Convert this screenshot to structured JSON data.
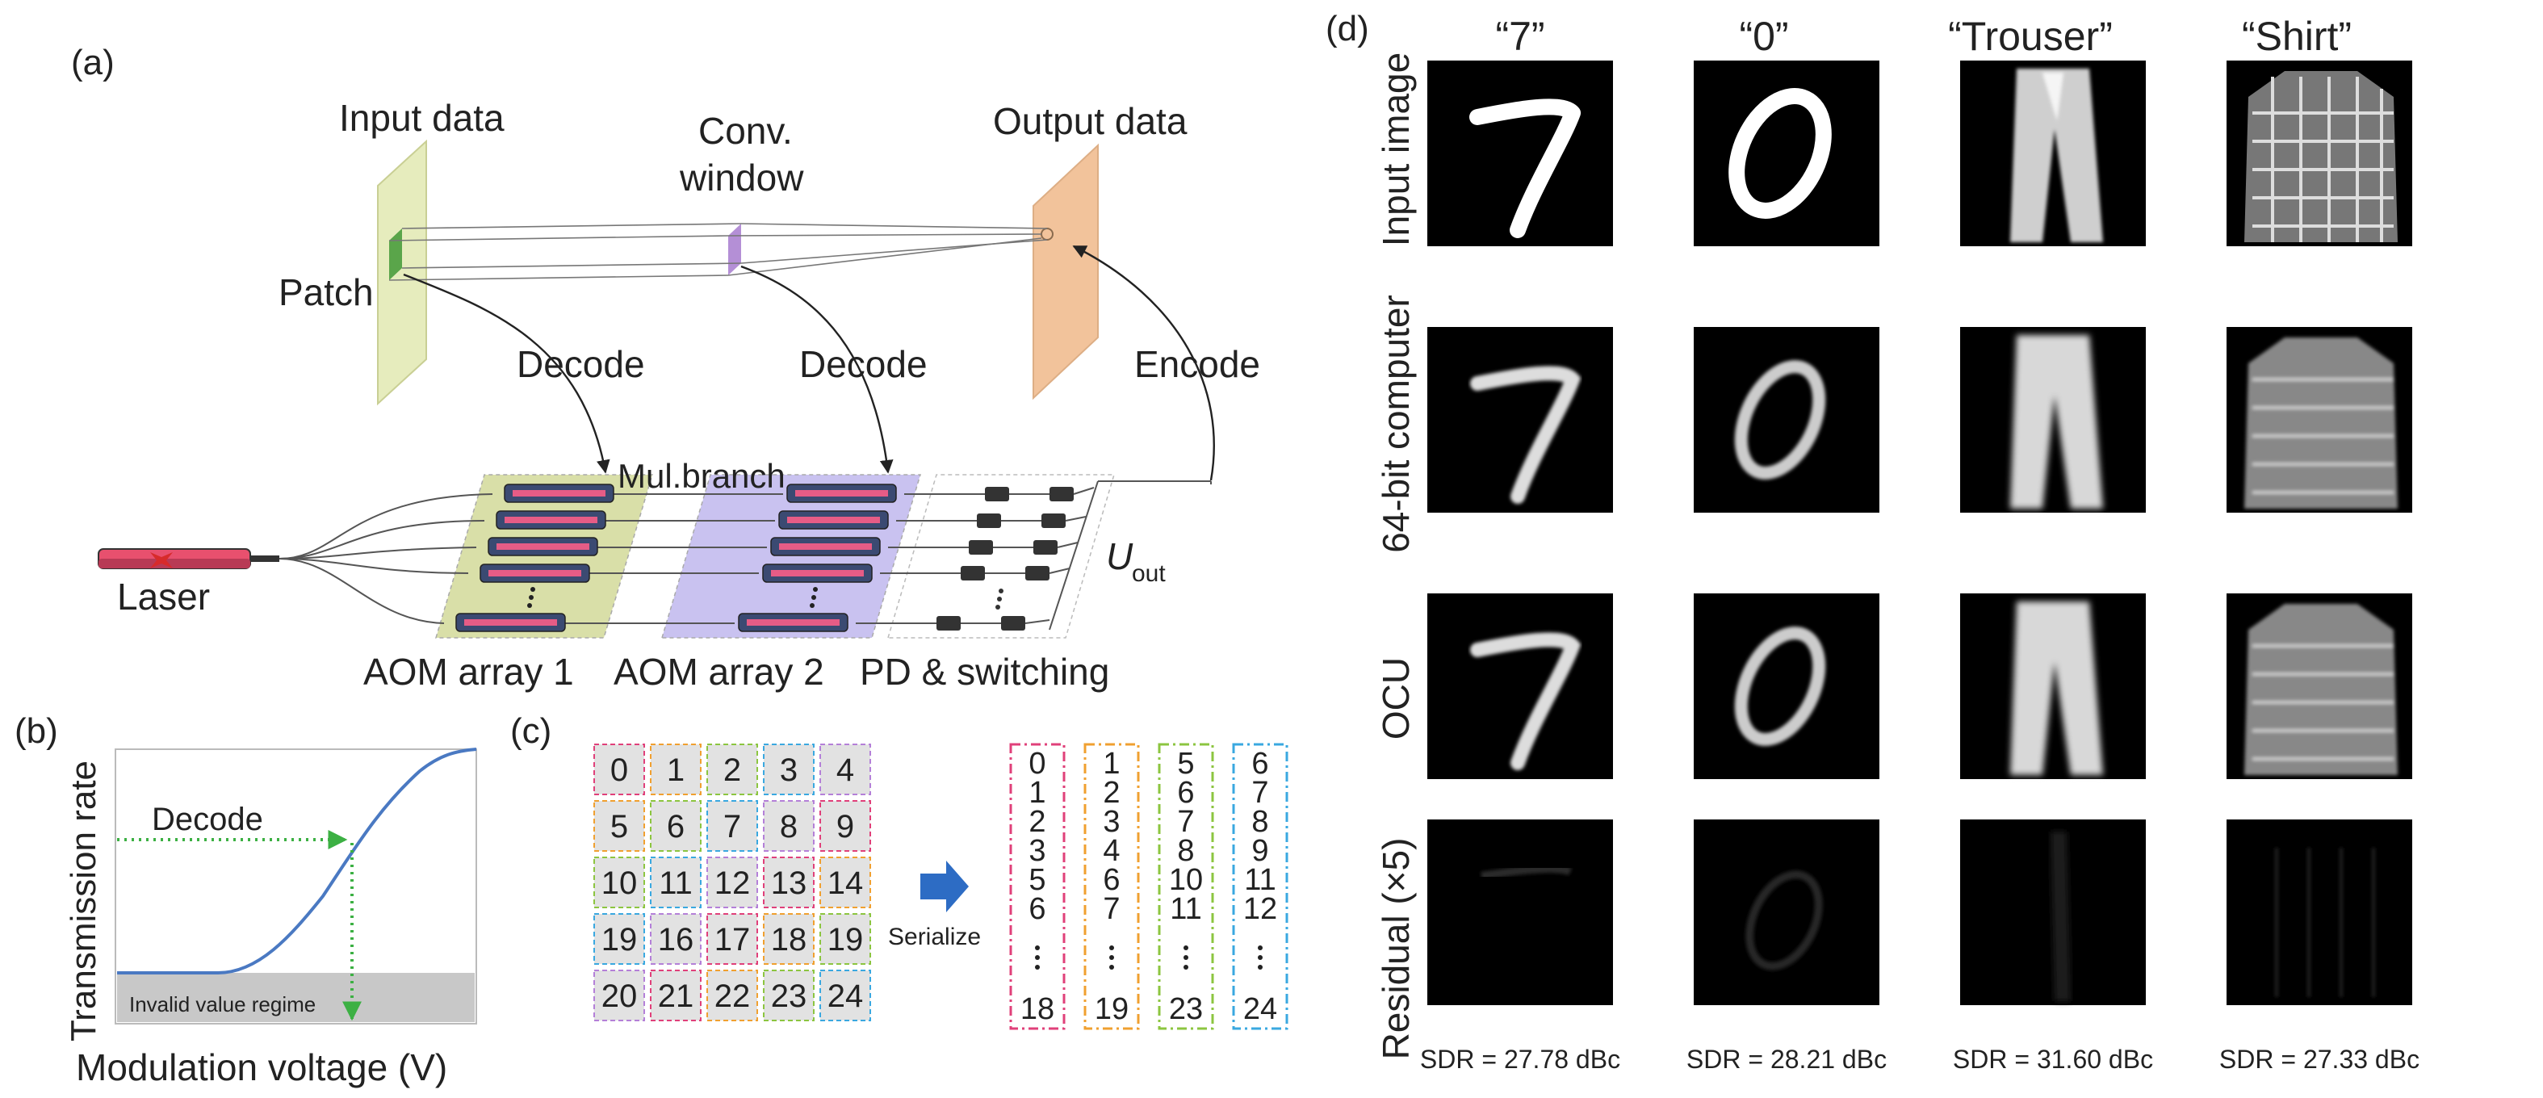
{
  "panel_a": {
    "label": "(a)",
    "input_data": "Input data",
    "conv_window_line1": "Conv.",
    "conv_window_line2": "window",
    "output_data": "Output data",
    "patch": "Patch",
    "decode_1": "Decode",
    "decode_2": "Decode",
    "encode": "Encode",
    "mul_branch": "Mul.branch",
    "laser": "Laser",
    "u_out_symbol": "U",
    "u_out_sub": "out",
    "aom_array_1": "AOM array 1",
    "aom_array_2": "AOM array 2",
    "pd_switching": "PD & switching"
  },
  "panel_b": {
    "label": "(b)",
    "ylabel": "Transmission rate",
    "xlabel": "Modulation voltage (V)",
    "decode": "Decode",
    "invalid_region": "Invalid value regime"
  },
  "panel_c": {
    "label": "(c)",
    "grid": [
      [
        "0",
        "1",
        "2",
        "3",
        "4"
      ],
      [
        "5",
        "6",
        "7",
        "8",
        "9"
      ],
      [
        "10",
        "11",
        "12",
        "13",
        "14"
      ],
      [
        "19",
        "16",
        "17",
        "18",
        "19"
      ],
      [
        "20",
        "21",
        "22",
        "23",
        "24"
      ]
    ],
    "serialize": "Serialize",
    "columns": [
      {
        "items": [
          "0",
          "1",
          "2",
          "3",
          "5",
          "6"
        ],
        "last": "18",
        "color": "#e0407a"
      },
      {
        "items": [
          "1",
          "2",
          "3",
          "4",
          "6",
          "7"
        ],
        "last": "19",
        "color": "#f0a030"
      },
      {
        "items": [
          "5",
          "6",
          "7",
          "8",
          "10",
          "11"
        ],
        "last": "23",
        "color": "#8cc540"
      },
      {
        "items": [
          "6",
          "7",
          "8",
          "9",
          "11",
          "12"
        ],
        "last": "24",
        "color": "#3aa8e0"
      }
    ]
  },
  "panel_d": {
    "label": "(d)",
    "columns": [
      "“7”",
      "“0”",
      "“Trouser”",
      "“Shirt”"
    ],
    "rows": [
      "Input image",
      "64-bit computer",
      "OCU",
      "Residual (×5)"
    ],
    "sdr": [
      "SDR = 27.78 dBc",
      "SDR = 28.21 dBc",
      "SDR = 31.60 dBc",
      "SDR = 27.33 dBc"
    ]
  },
  "colors": {
    "input_plane": "#e6ecbd",
    "patch": "#5aa54a",
    "conv_window": "#b48fd6",
    "output_plane": "#f2c39b",
    "aom1_bg": "#d9dfa8",
    "aom2_bg": "#c9c2f0",
    "curve": "#4a79c2",
    "decode_arrow": "#3cb043",
    "serialize_arrow": "#2d6cc4"
  }
}
